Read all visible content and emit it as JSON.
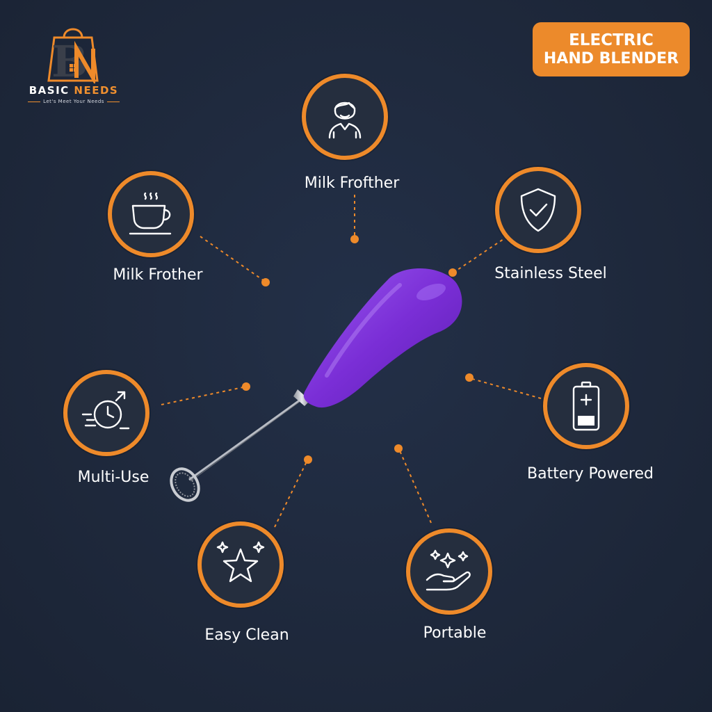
{
  "brand": {
    "name_part1": "BASIC",
    "name_part2": "NEEDS",
    "tagline": "Let's Meet Your Needs"
  },
  "badge": {
    "line1": "ELECTRIC",
    "line2": "HAND BLENDER",
    "color": "#ec8a2b"
  },
  "colors": {
    "background": "#1f2a3e",
    "accent": "#ee8a2a",
    "product": "#7a2ed6"
  },
  "features": [
    {
      "label": "Milk Frofther",
      "icon": "person-icon"
    },
    {
      "label": "Milk Frother",
      "icon": "coffee-cup-icon"
    },
    {
      "label": "Stainless Steel",
      "icon": "shield-check-icon"
    },
    {
      "label": "Multi-Use",
      "icon": "timer-icon"
    },
    {
      "label": "Battery Powered",
      "icon": "battery-icon"
    },
    {
      "label": "Easy Clean",
      "icon": "sparkle-star-icon"
    },
    {
      "label": "Portable",
      "icon": "hand-sparkles-icon"
    }
  ],
  "product": {
    "name": "milk-frother-whisk"
  }
}
